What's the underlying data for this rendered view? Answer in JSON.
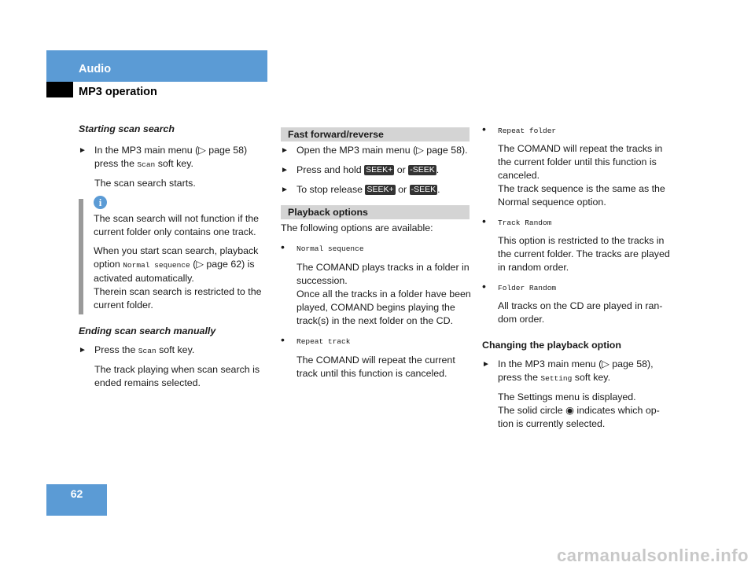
{
  "header": {
    "title": "Audio",
    "subtitle": "MP3 operation"
  },
  "page_number": "62",
  "col1": {
    "heading1": "Starting scan search",
    "step1_a": "In the MP3 main menu (",
    "step1_b": "page 58)",
    "step1_c": "press the",
    "scan_key": "Scan",
    "step1_d": "soft key.",
    "result1": "The scan search starts.",
    "note1": "The scan search will not function if the current folder only contains one track.",
    "note2_a": "When you start scan search, playback option",
    "normal_sequence": "Normal sequence",
    "note2_b": "(",
    "note2_c": "page 62) is activated automatically.",
    "note3": "Therein scan search is restricted to the current folder.",
    "heading2": "Ending scan search manually",
    "step2_a": "Press the",
    "step2_b": "soft key.",
    "result2": "The track playing when scan search is ended remains selected."
  },
  "col2": {
    "section1": "Fast forward/reverse",
    "s1_a": "Open the MP3 main menu (",
    "s1_b": "page 58).",
    "s2_a": "Press and hold",
    "seek_plus": "SEEK+",
    "or": "or",
    "seek_minus": "-SEEK",
    "s3_a": "To stop release",
    "section2": "Playback options",
    "intro": "The following options are available:",
    "opt1": "Normal sequence",
    "opt1_text": "The COMAND plays tracks in a folder in succession.",
    "opt1_text2": "Once all the tracks in a folder have been played, COMAND begins playing the track(s) in the next folder on the CD.",
    "opt2": "Repeat track",
    "opt2_text": "The COMAND will repeat the current track until this function is canceled."
  },
  "col3": {
    "opt3": "Repeat folder",
    "opt3_text": "The COMAND will repeat the tracks in the current folder until this function is canceled.",
    "opt3_text2": "The track sequence is the same as the Normal sequence option.",
    "opt4": "Track Random",
    "opt4_text": "This option is restricted to the tracks in the current folder. The tracks are played in random order.",
    "opt5": "Folder Random",
    "opt5_text": "All tracks on the CD are played in ran-dom order.",
    "heading": "Changing the playback option",
    "step_a": "In the MP3 main menu (",
    "step_b": "page 58),",
    "step_c": "press the",
    "setting_key": "Setting",
    "step_d": "soft key.",
    "result": "The Settings menu is displayed.",
    "result2_a": "The solid circle",
    "result2_b": "indicates which op-tion is currently selected."
  },
  "watermark": "carmanualsonline.info"
}
